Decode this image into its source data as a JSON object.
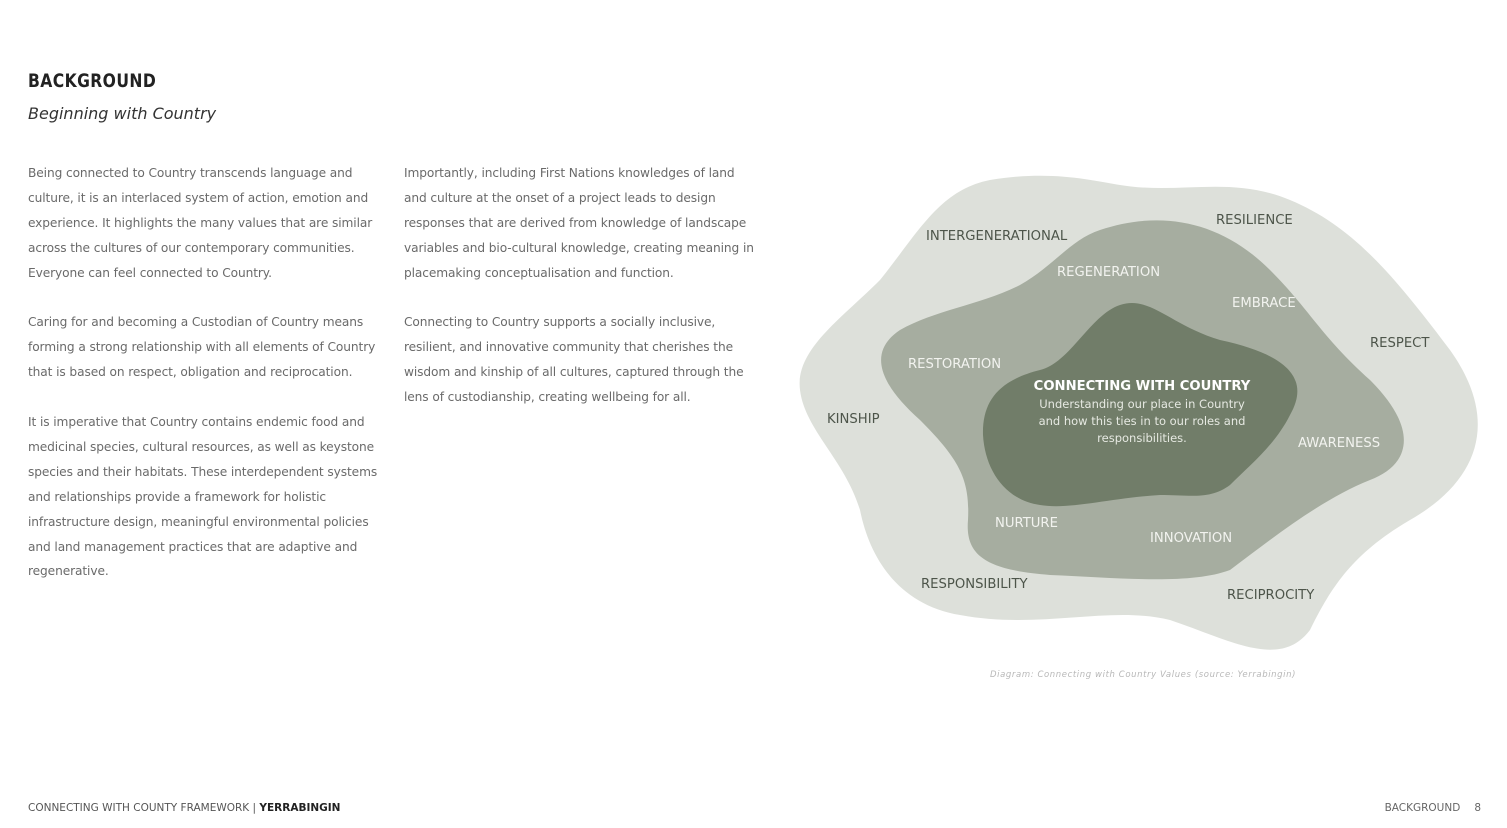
{
  "header": {
    "section_title": "BACKGROUND",
    "subtitle": "Beginning with Country"
  },
  "column_1": {
    "paragraphs": [
      [
        "Being connected to Country transcends language and",
        "culture, it is an interlaced system of action, emotion and",
        "experience. It highlights the many values that are similar",
        "across the cultures of our contemporary communities.",
        "Everyone can feel connected to Country."
      ],
      [
        "Caring for and becoming a Custodian of Country means",
        "forming a strong relationship with all elements of Country",
        "that is based on respect, obligation and reciprocation."
      ],
      [
        "It is imperative that Country contains endemic food and",
        "medicinal species, cultural resources, as well as keystone",
        "species and their habitats. These interdependent systems",
        "and relationships provide a framework for holistic",
        "infrastructure design, meaningful environmental policies",
        "and land management practices that are adaptive and",
        "regenerative."
      ]
    ]
  },
  "column_2": {
    "paragraphs": [
      [
        "Importantly, including First Nations knowledges of land",
        "and culture at the onset of a project leads to design",
        "responses that are derived from knowledge of landscape",
        "variables and bio-cultural knowledge, creating meaning in",
        "placemaking conceptualisation and function."
      ],
      [
        "Connecting to Country supports a socially inclusive,",
        "resilient, and innovative community that cherishes the",
        "wisdom and kinship of all cultures, captured through the",
        "lens of custodianship, creating wellbeing for all."
      ]
    ]
  },
  "diagram": {
    "colors": {
      "outer": "#dde0da",
      "middle": "#a6ada0",
      "inner": "#717d69"
    },
    "outer_values": {
      "intergenerational": "INTERGENERATIONAL",
      "resilience": "RESILIENCE",
      "respect": "RESPECT",
      "kinship": "KINSHIP",
      "responsibility": "RESPONSIBILITY",
      "reciprocity": "RECIPROCITY"
    },
    "middle_values": {
      "regeneration": "REGENERATION",
      "embrace": "EMBRACE",
      "restoration": "RESTORATION",
      "awareness": "AWARENESS",
      "nurture": "NURTURE",
      "innovation": "INNOVATION"
    },
    "center": {
      "title": "CONNECTING WITH COUNTRY",
      "lines": [
        "Understanding our place in Country",
        "and how this ties in to our roles and",
        "responsibilities."
      ]
    },
    "caption": "Diagram: Connecting with Country Values (source: Yerrabingin)"
  },
  "footer": {
    "left_text": "CONNECTING WITH COUNTY FRAMEWORK | ",
    "brand": "YERRABINGIN",
    "section": "BACKGROUND",
    "page": "8"
  }
}
